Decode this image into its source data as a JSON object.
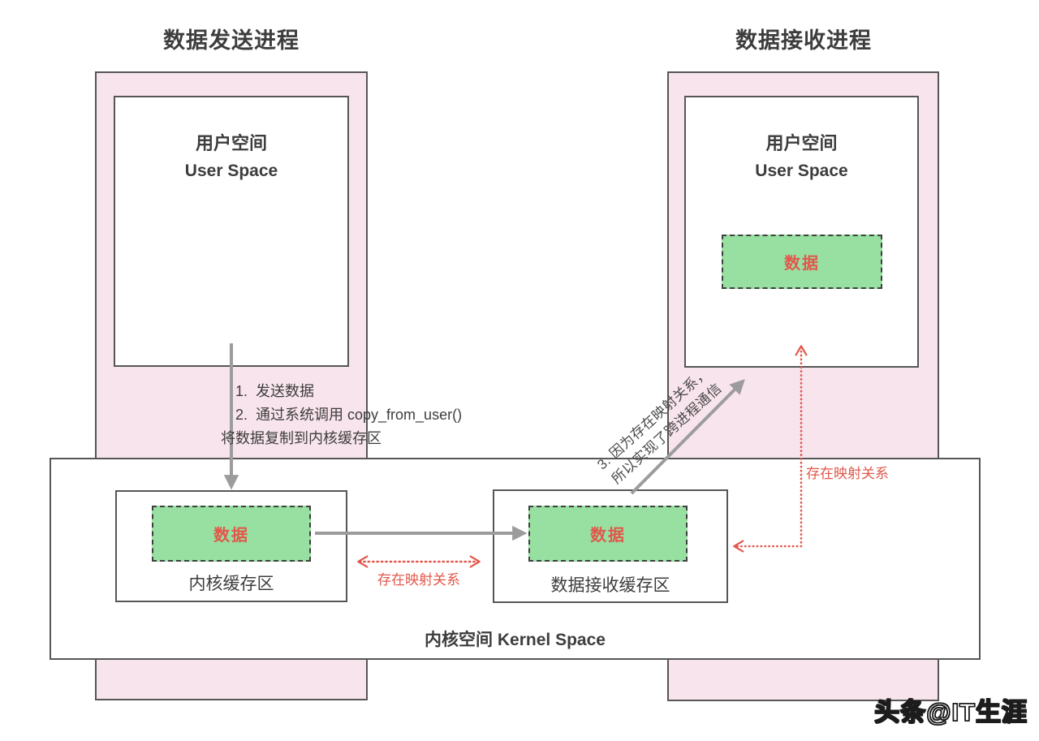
{
  "titles": {
    "sender": "数据发送进程",
    "receiver": "数据接收进程"
  },
  "user_space": {
    "cn": "用户空间",
    "en": "User Space"
  },
  "data_label": "数据",
  "kernel": {
    "space_label": "内核空间 Kernel Space",
    "send_buffer_label": "内核缓存区",
    "recv_buffer_label": "数据接收缓存区"
  },
  "steps": {
    "line1": "1.  发送数据",
    "line2": "2.  通过系统调用 copy_from_user()",
    "line3": "将数据复制到内核缓存区"
  },
  "mapping": {
    "left_label": "存在映射关系",
    "right_label": "存在映射关系"
  },
  "cross_process": {
    "line1": "3. 因为存在映射关系，",
    "line2": "所以实现了跨进程通信"
  },
  "watermark": "头条@IT生涯",
  "colors": {
    "process_fill": "#f8e4ec",
    "data_fill": "#97e0a2",
    "accent_red": "#e2574b",
    "arrow_gray": "#9c9c9c",
    "border": "#565656"
  }
}
